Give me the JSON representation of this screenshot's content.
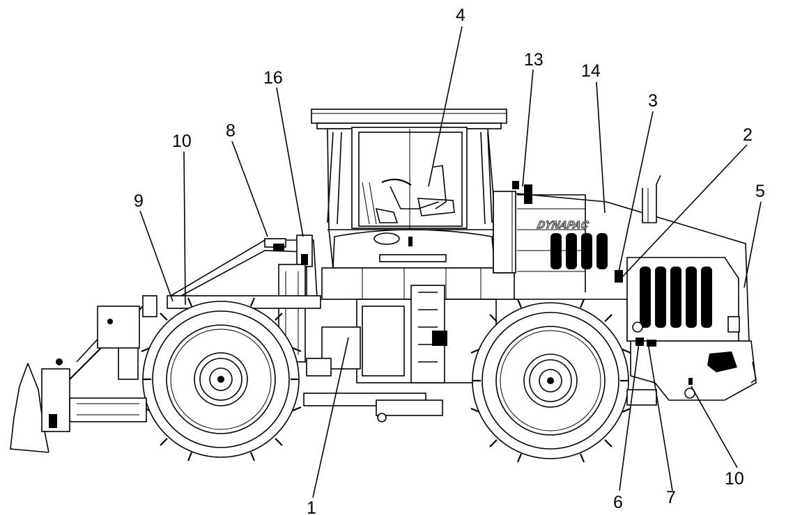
{
  "diagram": {
    "machine_badge": "DYNAPAC",
    "callouts": [
      {
        "id": "c4",
        "label": "4"
      },
      {
        "id": "c13",
        "label": "13"
      },
      {
        "id": "c14",
        "label": "14"
      },
      {
        "id": "c16",
        "label": "16"
      },
      {
        "id": "c3",
        "label": "3"
      },
      {
        "id": "c2",
        "label": "2"
      },
      {
        "id": "c10a",
        "label": "10"
      },
      {
        "id": "c8",
        "label": "8"
      },
      {
        "id": "c5",
        "label": "5"
      },
      {
        "id": "c9",
        "label": "9"
      },
      {
        "id": "c1",
        "label": "1"
      },
      {
        "id": "c6",
        "label": "6"
      },
      {
        "id": "c7",
        "label": "7"
      },
      {
        "id": "c10b",
        "label": "10"
      }
    ]
  }
}
